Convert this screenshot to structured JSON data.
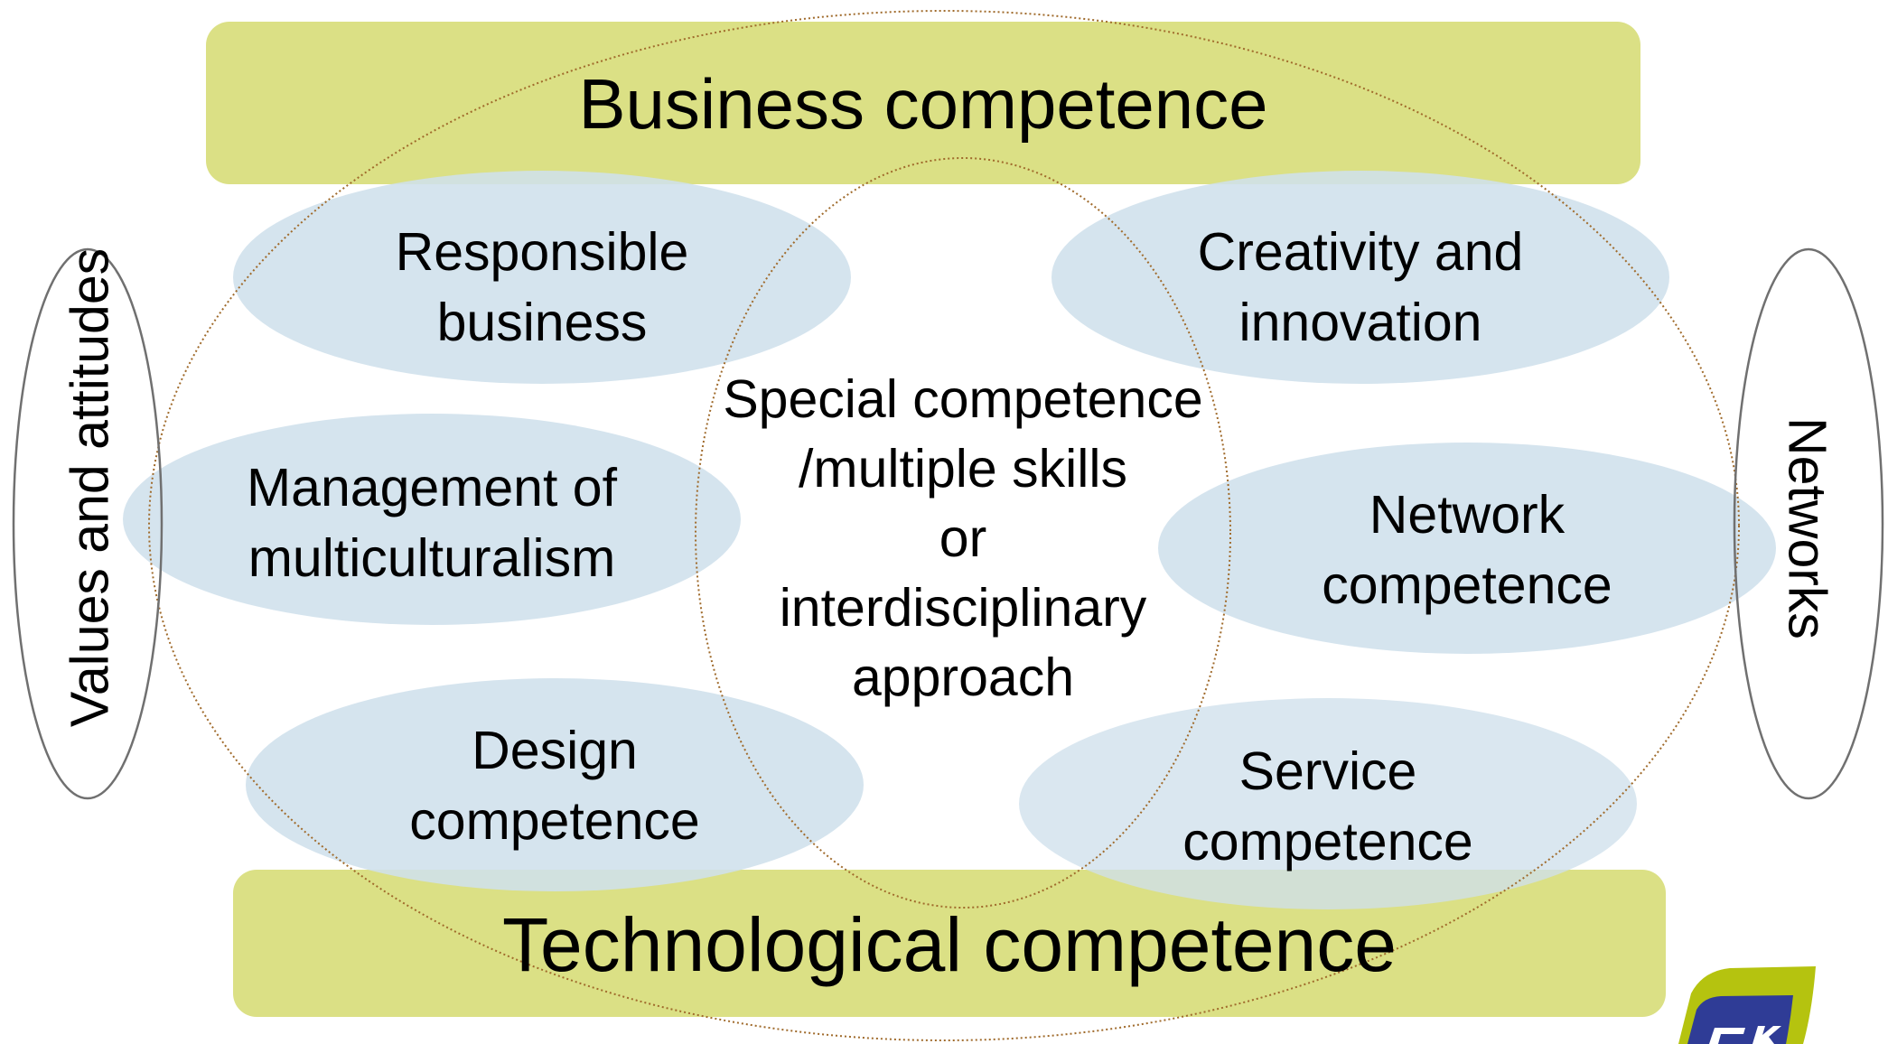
{
  "diagram": {
    "bars": {
      "top": "Business competence",
      "bottom": "Technological competence"
    },
    "side_labels": {
      "left": "Values and attitudes",
      "right": "Networks"
    },
    "ellipses": {
      "responsible_business": [
        "Responsible",
        "business"
      ],
      "creativity_innovation": [
        "Creativity and",
        "innovation"
      ],
      "multiculturalism": [
        "Management of",
        "multiculturalism"
      ],
      "network_competence": [
        "Network",
        "competence"
      ],
      "design_competence": [
        "Design",
        "competence"
      ],
      "service_competence": [
        "Service",
        "competence"
      ]
    },
    "center": [
      "Special competence",
      "/multiple skills",
      "or",
      "interdisciplinary",
      "approach"
    ],
    "colors": {
      "bar_fill": "#dbe085",
      "ellipse_fill": "#cfe0ec",
      "dotted_outline": "#a06b2c",
      "side_outline": "#707070",
      "logo_green": "#b5c30f",
      "logo_blue": "#2f3c96"
    },
    "logo_icon": "organization-logo-icon"
  }
}
